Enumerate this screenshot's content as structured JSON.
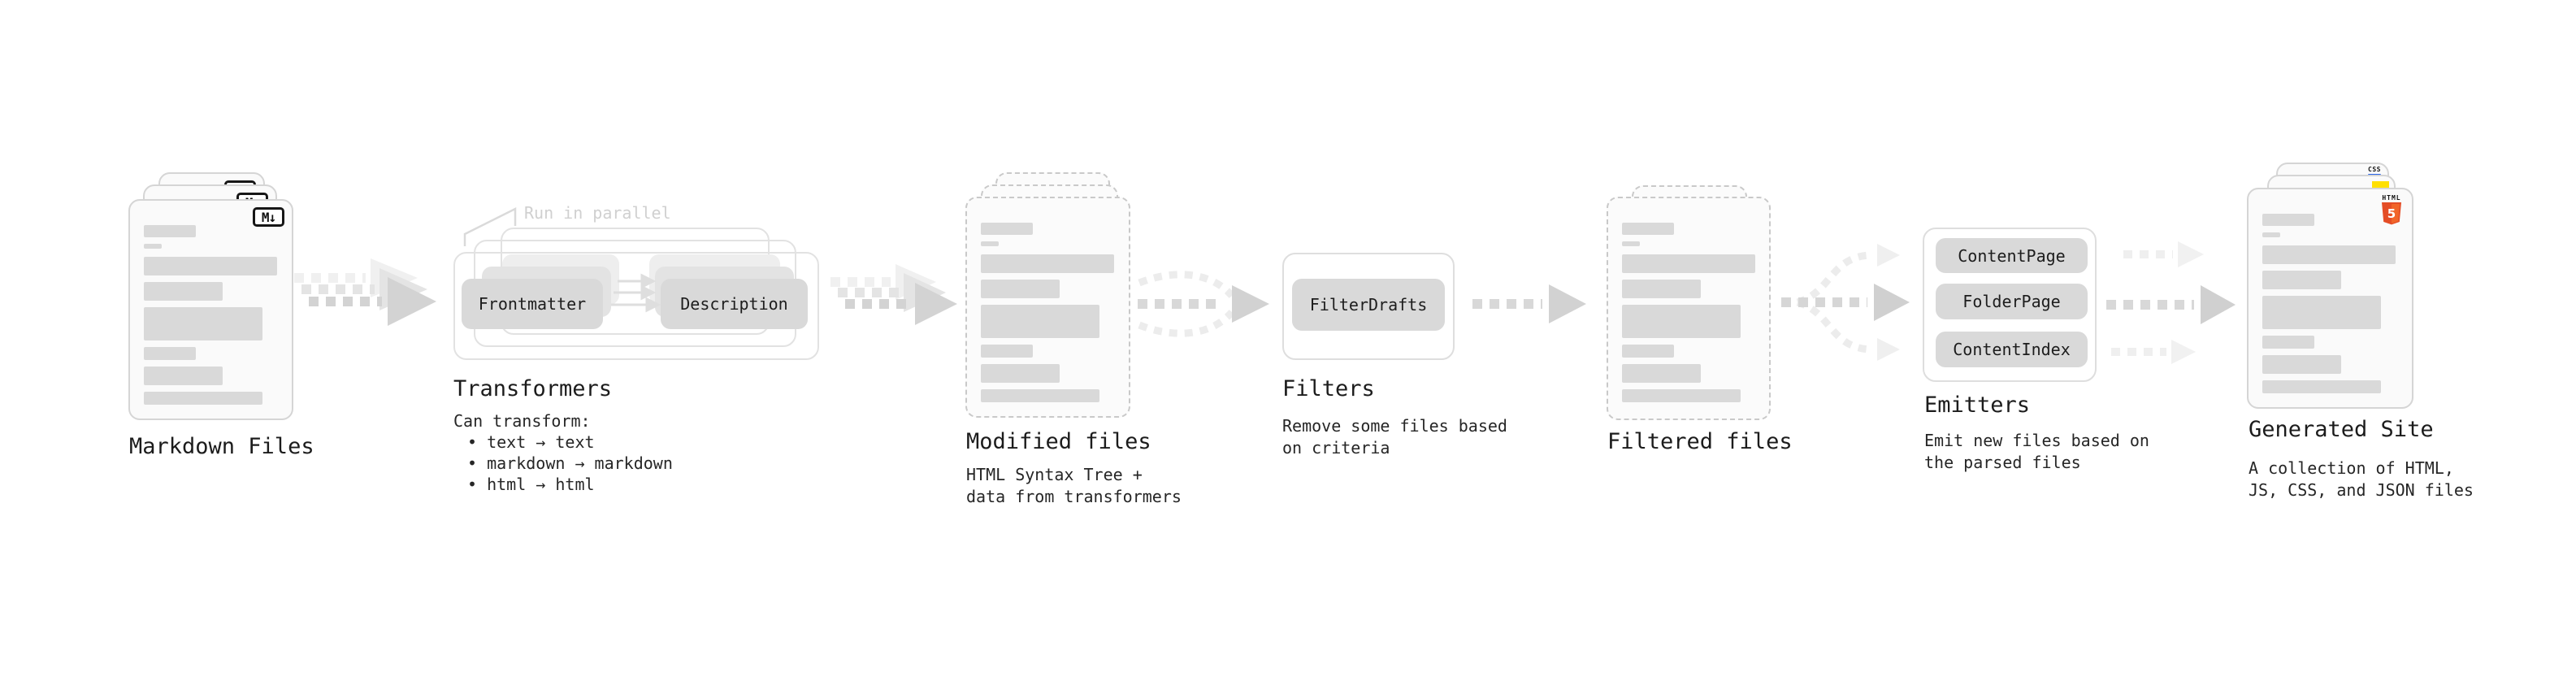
{
  "colors": {
    "card_bg": "#fafafa",
    "card_border": "#d5d5d5",
    "dashed_border": "#c9c9c9",
    "placeholder_bar": "#d9d9d9",
    "chip_bg": "#d9d9d9",
    "container_border": "#e2e2e2",
    "arrow": "#d3d3d3",
    "arrow_faint": "#ececec",
    "text": "#1c1c1c",
    "annotation_text": "#d0d0d0",
    "js_yellow": "#ffe000",
    "css_blue": "#2964e8",
    "html5_orange": "#e44d26",
    "html5_orange_light": "#f16529"
  },
  "icons": {
    "markdown_badge": "M↓",
    "html5_label": "HTML",
    "html5_digit": "5",
    "css_label": "CSS"
  },
  "stages": {
    "markdown": {
      "label": "Markdown Files"
    },
    "transformers": {
      "label": "Transformers",
      "annotation": "Run in parallel",
      "chips": [
        "Frontmatter",
        "Description"
      ],
      "desc_title": "Can transform:",
      "bullets": [
        "• text → text",
        "• markdown → markdown",
        "• html → html"
      ]
    },
    "modified": {
      "label": "Modified files",
      "desc": [
        "HTML Syntax Tree +",
        "data from transformers"
      ]
    },
    "filters": {
      "label": "Filters",
      "chips": [
        "FilterDrafts"
      ],
      "desc": [
        "Remove some files based",
        "on criteria"
      ]
    },
    "filtered": {
      "label": "Filtered files"
    },
    "emitters": {
      "label": "Emitters",
      "chips": [
        "ContentPage",
        "FolderPage",
        "ContentIndex"
      ],
      "desc": [
        "Emit new files based on",
        "the parsed files"
      ]
    },
    "generated": {
      "label": "Generated Site",
      "desc": [
        "A collection of HTML,",
        "JS, CSS, and JSON files"
      ]
    }
  }
}
